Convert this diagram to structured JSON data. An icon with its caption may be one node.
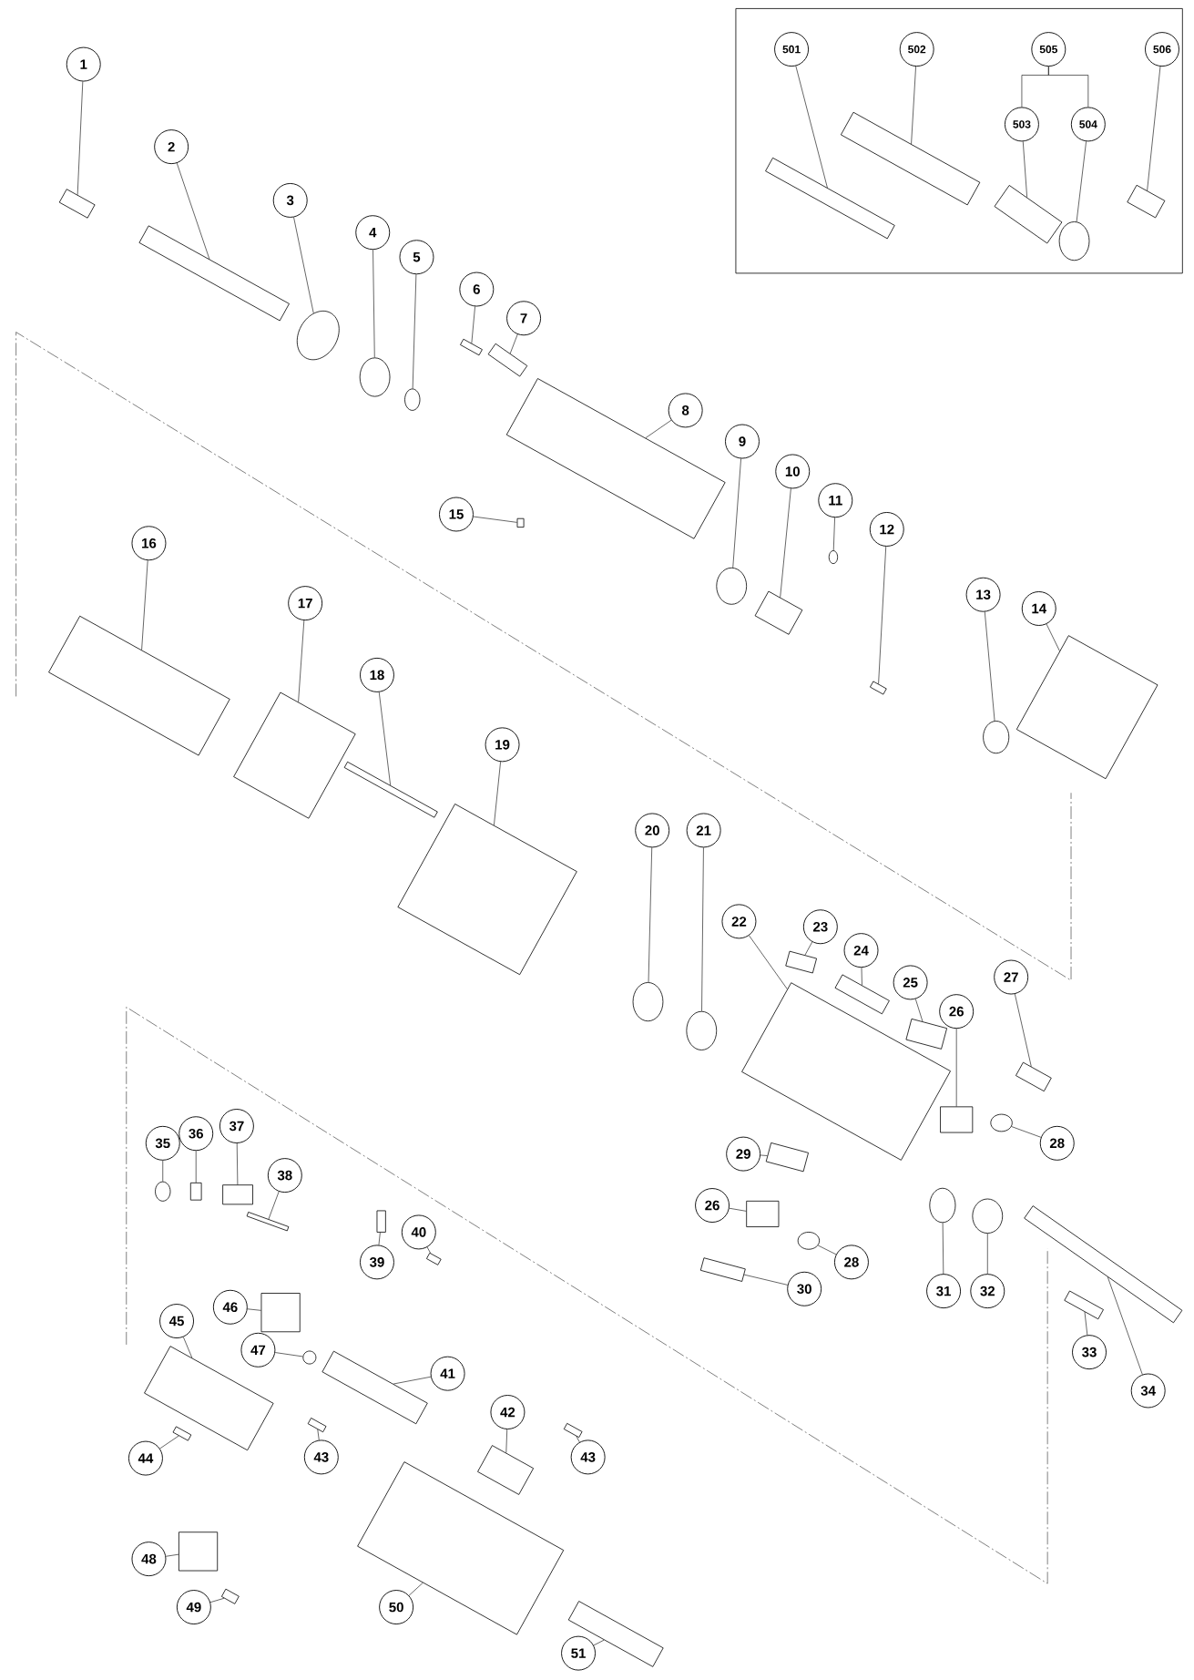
{
  "diagram": {
    "nodes": [
      {
        "text": [
          "501"
        ]
      },
      {
        "text": [
          "502"
        ]
      },
      {
        "text": [
          "505"
        ]
      },
      {
        "text": [
          "506"
        ]
      },
      {
        "text": [
          "503"
        ]
      },
      {
        "text": [
          "504"
        ]
      },
      {
        "text": [
          "1"
        ]
      },
      {
        "text": [
          "2"
        ]
      },
      {
        "text": [
          "3"
        ]
      },
      {
        "text": [
          "4"
        ]
      },
      {
        "text": [
          "5"
        ]
      },
      {
        "text": [
          "6"
        ]
      },
      {
        "text": [
          "7"
        ]
      },
      {
        "text": [
          "8"
        ]
      },
      {
        "text": [
          "9"
        ]
      },
      {
        "text": [
          "10"
        ]
      },
      {
        "text": [
          "11"
        ]
      },
      {
        "text": [
          "12"
        ]
      },
      {
        "text": [
          "13"
        ]
      },
      {
        "text": [
          "14"
        ]
      },
      {
        "text": [
          "15"
        ]
      },
      {
        "text": [
          "16"
        ]
      },
      {
        "text": [
          "17"
        ]
      },
      {
        "text": [
          "18"
        ]
      },
      {
        "text": [
          "19"
        ]
      },
      {
        "text": [
          "20"
        ]
      },
      {
        "text": [
          "21"
        ]
      },
      {
        "text": [
          "22"
        ]
      },
      {
        "text": [
          "23"
        ]
      },
      {
        "text": [
          "24"
        ]
      },
      {
        "text": [
          "25"
        ]
      },
      {
        "text": [
          "26"
        ]
      },
      {
        "text": [
          "27"
        ]
      },
      {
        "text": [
          "28"
        ]
      },
      {
        "text": [
          "29"
        ]
      },
      {
        "text": [
          "26"
        ]
      },
      {
        "text": [
          "28"
        ]
      },
      {
        "text": [
          "30"
        ]
      },
      {
        "text": [
          "31"
        ]
      },
      {
        "text": [
          "32"
        ]
      },
      {
        "text": [
          "33"
        ]
      },
      {
        "text": [
          "34"
        ]
      },
      {
        "text": [
          "35"
        ]
      },
      {
        "text": [
          "36"
        ]
      },
      {
        "text": [
          "37"
        ]
      },
      {
        "text": [
          "38"
        ]
      },
      {
        "text": [
          "45"
        ]
      },
      {
        "text": [
          "46"
        ]
      },
      {
        "text": [
          "39"
        ]
      },
      {
        "text": [
          "40"
        ]
      },
      {
        "text": [
          "47"
        ]
      },
      {
        "text": [
          "41"
        ]
      },
      {
        "text": [
          "42"
        ]
      },
      {
        "text": [
          "43"
        ]
      },
      {
        "text": [
          "43"
        ]
      },
      {
        "text": [
          "44"
        ]
      },
      {
        "text": [
          "48"
        ]
      },
      {
        "text": [
          "49"
        ]
      },
      {
        "text": [
          "50"
        ]
      },
      {
        "text": [
          "51"
        ]
      },
      {
        "text": [],
        "shape": "box"
      },
      {
        "text": [],
        "shape": "box"
      },
      {
        "text": [],
        "shape": "box"
      },
      {
        "text": [],
        "shape": "box"
      },
      {
        "text": [],
        "shape": "circle"
      },
      {
        "text": [],
        "shape": "box"
      },
      {
        "text": [],
        "shape": "box"
      },
      {
        "text": [],
        "shape": "circle"
      },
      {
        "text": [],
        "shape": "circle"
      },
      {
        "text": [],
        "shape": "circle"
      },
      {
        "text": [],
        "shape": "box"
      },
      {
        "text": [],
        "shape": "box"
      },
      {
        "text": [],
        "shape": "box"
      },
      {
        "text": [],
        "shape": "circle"
      },
      {
        "text": [],
        "shape": "box"
      },
      {
        "text": [],
        "shape": "circle"
      },
      {
        "text": [],
        "shape": "box"
      },
      {
        "text": [],
        "shape": "circle"
      },
      {
        "text": [],
        "shape": "box"
      },
      {
        "text": [],
        "shape": "box"
      },
      {
        "text": [],
        "shape": "box"
      },
      {
        "text": [],
        "shape": "box"
      },
      {
        "text": [],
        "shape": "box"
      },
      {
        "text": [],
        "shape": "box"
      },
      {
        "text": [],
        "shape": "circle"
      },
      {
        "text": [],
        "shape": "circle"
      },
      {
        "text": [],
        "shape": "box"
      },
      {
        "text": [],
        "shape": "box"
      },
      {
        "text": [],
        "shape": "box"
      },
      {
        "text": [],
        "shape": "box"
      },
      {
        "text": [],
        "shape": "box"
      },
      {
        "text": [],
        "shape": "box"
      },
      {
        "text": [],
        "shape": "circle"
      },
      {
        "text": [],
        "shape": "box"
      },
      {
        "text": [],
        "shape": "box"
      },
      {
        "text": [],
        "shape": "circle"
      },
      {
        "text": [],
        "shape": "box"
      },
      {
        "text": [],
        "shape": "circle"
      },
      {
        "text": [],
        "shape": "circle"
      },
      {
        "text": [],
        "shape": "box"
      },
      {
        "text": [],
        "shape": "box"
      },
      {
        "text": [],
        "shape": "circle"
      },
      {
        "text": [],
        "shape": "box"
      },
      {
        "text": [],
        "shape": "box"
      },
      {
        "text": [],
        "shape": "box"
      },
      {
        "text": [],
        "shape": "box"
      },
      {
        "text": [],
        "shape": "box"
      },
      {
        "text": [],
        "shape": "box"
      },
      {
        "text": [],
        "shape": "box"
      },
      {
        "text": [],
        "shape": "circle"
      },
      {
        "text": [],
        "shape": "box"
      },
      {
        "text": [],
        "shape": "box"
      },
      {
        "text": [],
        "shape": "box"
      },
      {
        "text": [],
        "shape": "box"
      },
      {
        "text": [],
        "shape": "box"
      },
      {
        "text": [],
        "shape": "box"
      },
      {
        "text": [],
        "shape": "box"
      },
      {
        "text": [],
        "shape": "box"
      },
      {
        "text": [],
        "shape": "box"
      }
    ],
    "edges": [
      {
        "from": 2,
        "to": 4,
        "arrow": "none"
      },
      {
        "from": 2,
        "to": 5,
        "arrow": "none"
      },
      {
        "from": 0,
        "to": 60,
        "arrow": "none"
      },
      {
        "from": 1,
        "to": 61,
        "arrow": "none"
      },
      {
        "from": 3,
        "to": 62,
        "arrow": "none"
      },
      {
        "from": 4,
        "to": 63,
        "arrow": "none"
      },
      {
        "from": 5,
        "to": 64,
        "arrow": "none"
      },
      {
        "from": 6,
        "to": 65,
        "arrow": "none"
      },
      {
        "from": 7,
        "to": 66,
        "arrow": "none"
      },
      {
        "from": 8,
        "to": 67,
        "arrow": "none"
      },
      {
        "from": 9,
        "to": 68,
        "arrow": "none"
      },
      {
        "from": 10,
        "to": 69,
        "arrow": "none"
      },
      {
        "from": 11,
        "to": 70,
        "arrow": "none"
      },
      {
        "from": 12,
        "to": 71,
        "arrow": "none"
      },
      {
        "from": 13,
        "to": 72,
        "arrow": "none"
      },
      {
        "from": 14,
        "to": 73,
        "arrow": "none"
      },
      {
        "from": 15,
        "to": 74,
        "arrow": "none"
      },
      {
        "from": 16,
        "to": 75,
        "arrow": "none"
      },
      {
        "from": 17,
        "to": 76,
        "arrow": "none"
      },
      {
        "from": 18,
        "to": 77,
        "arrow": "none"
      },
      {
        "from": 19,
        "to": 78,
        "arrow": "none"
      },
      {
        "from": 20,
        "to": 79,
        "arrow": "none"
      },
      {
        "from": 21,
        "to": 80,
        "arrow": "none"
      },
      {
        "from": 22,
        "to": 81,
        "arrow": "none"
      },
      {
        "from": 23,
        "to": 82,
        "arrow": "none"
      },
      {
        "from": 24,
        "to": 83,
        "arrow": "none"
      },
      {
        "from": 25,
        "to": 84,
        "arrow": "none"
      },
      {
        "from": 26,
        "to": 85,
        "arrow": "none"
      },
      {
        "from": 27,
        "to": 86,
        "arrow": "none"
      },
      {
        "from": 28,
        "to": 87,
        "arrow": "none"
      },
      {
        "from": 29,
        "to": 88,
        "arrow": "none"
      },
      {
        "from": 30,
        "to": 89,
        "arrow": "none"
      },
      {
        "from": 31,
        "to": 90,
        "arrow": "none"
      },
      {
        "from": 32,
        "to": 91,
        "arrow": "none"
      },
      {
        "from": 33,
        "to": 92,
        "arrow": "none"
      },
      {
        "from": 34,
        "to": 93,
        "arrow": "none"
      },
      {
        "from": 35,
        "to": 94,
        "arrow": "none"
      },
      {
        "from": 36,
        "to": 95,
        "arrow": "none"
      },
      {
        "from": 37,
        "to": 96,
        "arrow": "none"
      },
      {
        "from": 38,
        "to": 97,
        "arrow": "none"
      },
      {
        "from": 39,
        "to": 98,
        "arrow": "none"
      },
      {
        "from": 40,
        "to": 99,
        "arrow": "none"
      },
      {
        "from": 41,
        "to": 100,
        "arrow": "none"
      },
      {
        "from": 42,
        "to": 101,
        "arrow": "none"
      },
      {
        "from": 43,
        "to": 102,
        "arrow": "none"
      },
      {
        "from": 44,
        "to": 103,
        "arrow": "none"
      },
      {
        "from": 45,
        "to": 104,
        "arrow": "none"
      },
      {
        "from": 46,
        "to": 105,
        "arrow": "none"
      },
      {
        "from": 47,
        "to": 106,
        "arrow": "none"
      },
      {
        "from": 48,
        "to": 107,
        "arrow": "none"
      },
      {
        "from": 49,
        "to": 108,
        "arrow": "none"
      },
      {
        "from": 50,
        "to": 109,
        "arrow": "none"
      },
      {
        "from": 51,
        "to": 110,
        "arrow": "none"
      },
      {
        "from": 52,
        "to": 111,
        "arrow": "none"
      },
      {
        "from": 53,
        "to": 112,
        "arrow": "none"
      },
      {
        "from": 54,
        "to": 113,
        "arrow": "none"
      },
      {
        "from": 55,
        "to": 114,
        "arrow": "none"
      },
      {
        "from": 56,
        "to": 115,
        "arrow": "none"
      },
      {
        "from": 57,
        "to": 116,
        "arrow": "none"
      },
      {
        "from": 58,
        "to": 117,
        "arrow": "none"
      },
      {
        "from": 59,
        "to": 118,
        "arrow": "none"
      }
    ]
  }
}
